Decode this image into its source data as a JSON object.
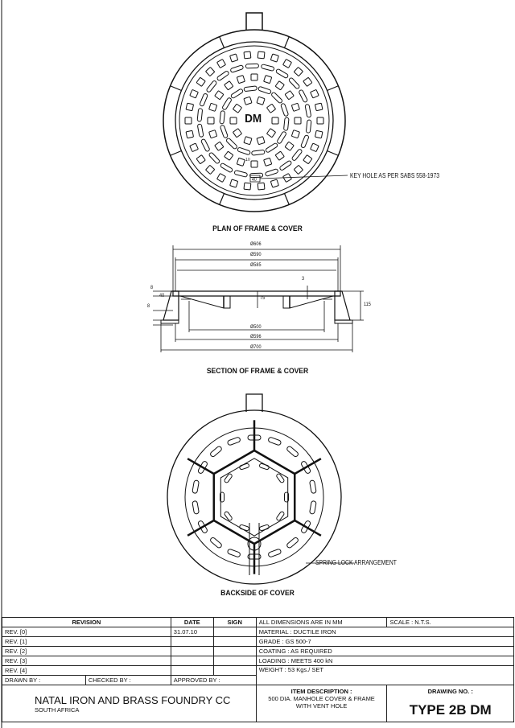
{
  "plan": {
    "title": "PLAN OF FRAME & COVER",
    "center_label": "DM",
    "key_hole_note": "KEY HOLE  AS PER SABS 558-1973",
    "dim_small": "10",
    "dim_width": "40"
  },
  "section": {
    "title": "SECTION OF FRAME & COVER",
    "dims_top": [
      "Ø606",
      "Ø590",
      "Ø585"
    ],
    "dims_bottom": [
      "Ø500",
      "Ø596",
      "Ø700"
    ],
    "dim_3": "3",
    "dim_75": "75",
    "dim_115": "115",
    "dim_8a": "8",
    "dim_40": "40",
    "dim_8b": "8"
  },
  "backside": {
    "title": "BACKSIDE OF COVER",
    "spring_lock_note": "SPRING LOCK ARRANGEMENT"
  },
  "title_block": {
    "revision_header": "REVISION",
    "date_header": "DATE",
    "sign_header": "SIGN",
    "revisions": [
      {
        "label": "REV. [0]",
        "date": "31.07.10"
      },
      {
        "label": "REV. [1]",
        "date": ""
      },
      {
        "label": "REV. [2]",
        "date": ""
      },
      {
        "label": "REV. [3]",
        "date": ""
      },
      {
        "label": "REV. [4]",
        "date": ""
      }
    ],
    "dimensions_note": "ALL DIMENSIONS ARE IN MM",
    "scale": "SCALE : N.T.S.",
    "material": "MATERIAL : DUCTILE IRON",
    "grade": "GRADE : GS 500-7",
    "coating": "COATING : AS REQUIRED",
    "loading": "LOADING : MEETS 400 kN",
    "weight": "WEIGHT : 53 Kgs./ SET",
    "drawn_by": "DRAWN BY :",
    "checked_by": "CHECKED BY :",
    "approved_by": "APPROVED BY :",
    "company": "NATAL IRON AND BRASS FOUNDRY CC",
    "country": "SOUTH AFRICA",
    "item_description_label": "ITEM DESCRIPTION :",
    "item_description_1": "500 DIA. MANHOLE COVER & FRAME",
    "item_description_2": "WITH VENT HOLE",
    "drawing_no_label": "DRAWING NO. :",
    "drawing_no": "TYPE 2B DM"
  }
}
